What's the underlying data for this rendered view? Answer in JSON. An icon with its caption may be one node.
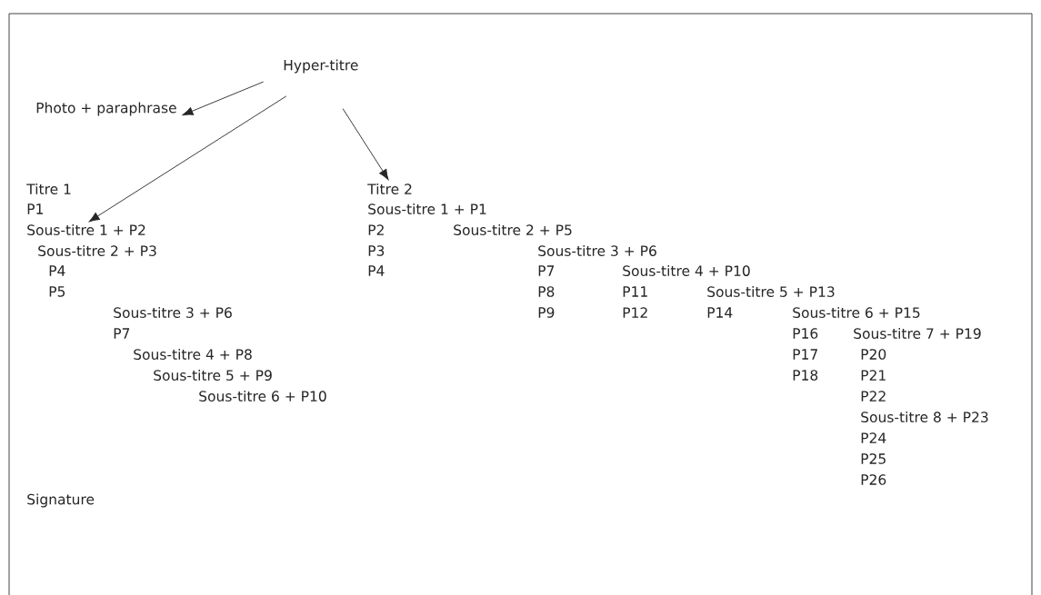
{
  "diagram": {
    "nodes": [
      {
        "text": [
          "Hyper-titre"
        ]
      },
      {
        "text": [
          "Photo + paraphrase"
        ]
      },
      {
        "text": [
          "Titre 2"
        ]
      },
      {
        "text": [
          "Sous-titre 1 + P2"
        ]
      }
    ],
    "edges": [
      {
        "from": 0,
        "to": 1,
        "arrow": "to"
      },
      {
        "from": 0,
        "to": 3,
        "arrow": "to"
      },
      {
        "from": 0,
        "to": 2,
        "arrow": "to"
      }
    ],
    "labels": [
      "Titre 1",
      "P1",
      "Sous-titre 1 + P1",
      "P2",
      "Sous-titre 2 + P5",
      "Sous-titre 2 + P3",
      "P3",
      "Sous-titre 3 + P6",
      "P4",
      "P4",
      "P7",
      "Sous-titre 4 + P10",
      "P5",
      "P8",
      "P11",
      "Sous-titre 5 + P13",
      "Sous-titre 3 + P6",
      "P9",
      "P12",
      "P14",
      "Sous-titre 6 + P15",
      "P7",
      "P16",
      "Sous-titre 7 + P19",
      "Sous-titre 4 + P8",
      "P17",
      "P20",
      "Sous-titre 5 + P9",
      "P18",
      "P21",
      "Sous-titre 6 + P10",
      "P22",
      "Sous-titre 8 + P23",
      "P24",
      "P25",
      "P26",
      "Signature"
    ]
  }
}
